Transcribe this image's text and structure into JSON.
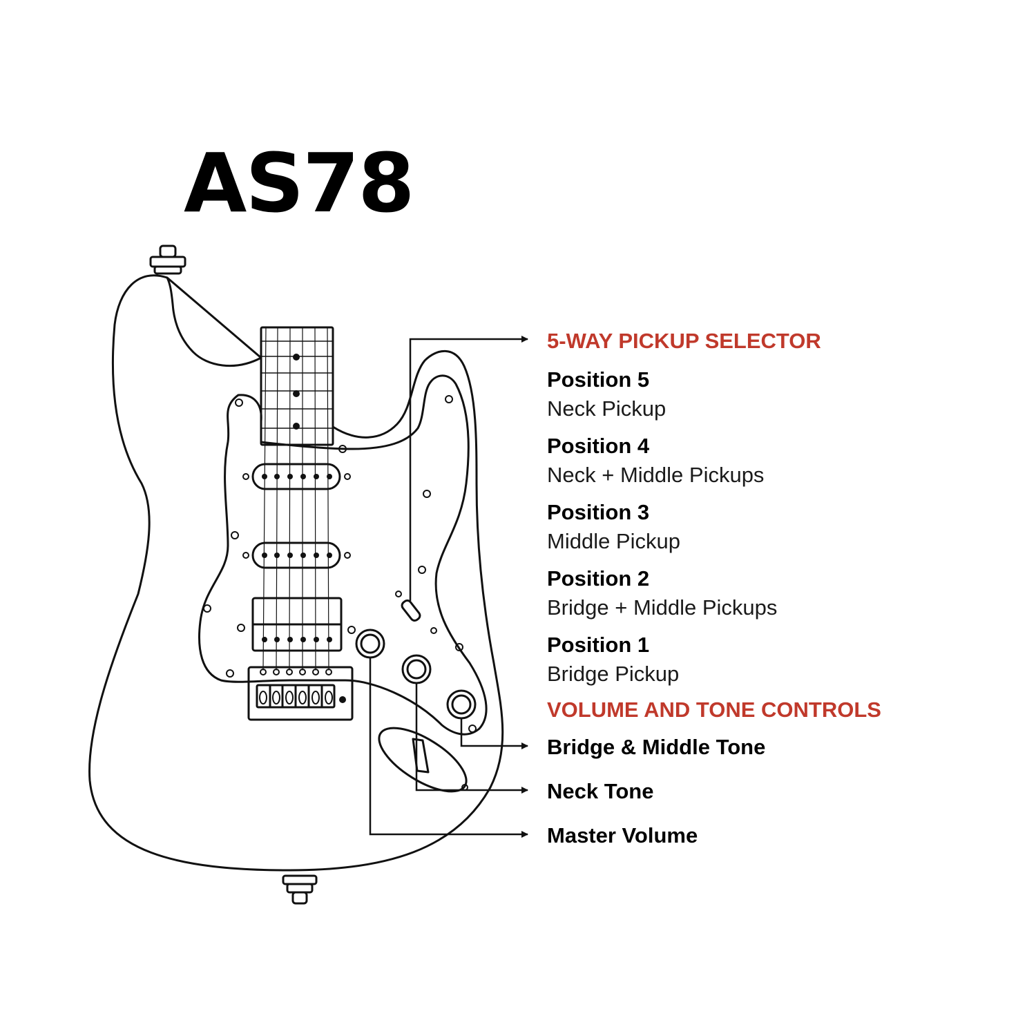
{
  "title": "AS78",
  "colors": {
    "ink": "#111111",
    "accent": "#c0392b",
    "background": "#ffffff"
  },
  "selector": {
    "heading": "5-WAY PICKUP SELECTOR",
    "positions": [
      {
        "label": "Position 5",
        "description": "Neck Pickup"
      },
      {
        "label": "Position 4",
        "description": "Neck + Middle Pickups"
      },
      {
        "label": "Position 3",
        "description": "Middle Pickup"
      },
      {
        "label": "Position 2",
        "description": "Bridge + Middle Pickups"
      },
      {
        "label": "Position 1",
        "description": "Bridge Pickup"
      }
    ]
  },
  "controls": {
    "heading": "VOLUME AND TONE CONTROLS",
    "items": [
      {
        "label": "Bridge & Middle Tone"
      },
      {
        "label": "Neck Tone"
      },
      {
        "label": "Master Volume"
      }
    ]
  }
}
